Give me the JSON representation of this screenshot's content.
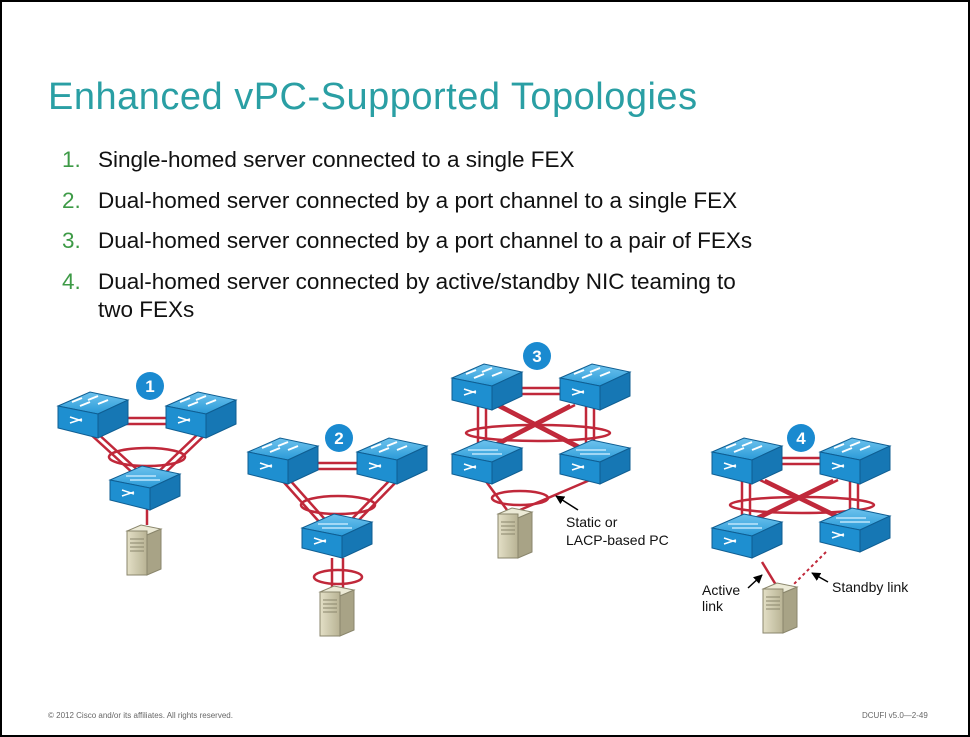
{
  "title": "Enhanced vPC-Supported Topologies",
  "items": [
    {
      "num": "1.",
      "text": "Single-homed server connected to a single FEX",
      "cont": ""
    },
    {
      "num": "2.",
      "text": "Dual-homed server connected by a port channel to a single FEX",
      "cont": ""
    },
    {
      "num": "3.",
      "text": "Dual-homed server connected by a port channel to a pair of FEXs",
      "cont": ""
    },
    {
      "num": "4.",
      "text": "Dual-homed server connected by active/standby NIC teaming to",
      "cont": "two FEXs"
    }
  ],
  "badges": [
    "1",
    "2",
    "3",
    "4"
  ],
  "labels": {
    "static_1": "Static or",
    "static_2": "LACP-based PC",
    "active_1": "Active",
    "active_2": "link",
    "standby": "Standby  link"
  },
  "footer": {
    "left": "© 2012 Cisco and/or its affiliates. All rights reserved.",
    "right": "DCUFI v5.0—2-49"
  },
  "colors": {
    "title": "#2a9fa4",
    "number": "#3d9a46",
    "switch": "#1e8fd0",
    "link": "#c0283a",
    "badge": "#1a8ad0",
    "server": "#d3cfb3"
  },
  "icons": [
    "nexus-switch-icon",
    "fex-icon",
    "server-icon",
    "arrow-icon"
  ]
}
